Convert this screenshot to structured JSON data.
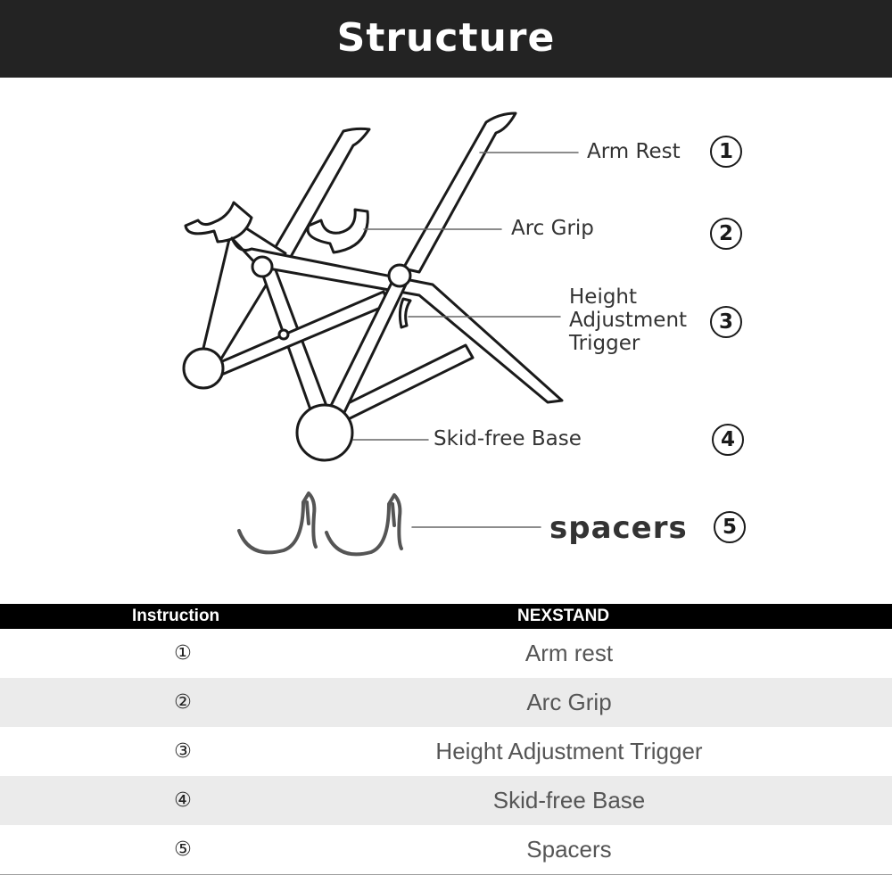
{
  "header": {
    "title": "Structure"
  },
  "diagram": {
    "callouts": [
      {
        "label": "Arm Rest",
        "num": "1"
      },
      {
        "label": "Arc Grip",
        "num": "2"
      },
      {
        "label": "Height\nAdjustment\nTrigger",
        "num": "3"
      },
      {
        "label": "Skid-free Base",
        "num": "4"
      },
      {
        "label": "spacers",
        "num": "5"
      }
    ],
    "line_color": "#1a1a1a",
    "leader_color": "#666666",
    "spacer_color": "#555555"
  },
  "table": {
    "headers": [
      "Instruction",
      "NEXSTAND"
    ],
    "rows": [
      {
        "num": "①",
        "name": "Arm rest"
      },
      {
        "num": "②",
        "name": "Arc Grip"
      },
      {
        "num": "③",
        "name": "Height Adjustment Trigger"
      },
      {
        "num": "④",
        "name": "Skid-free Base"
      },
      {
        "num": "⑤",
        "name": "Spacers"
      }
    ],
    "header_bg": "#000000",
    "alt_row_bg": "#ebebeb"
  }
}
